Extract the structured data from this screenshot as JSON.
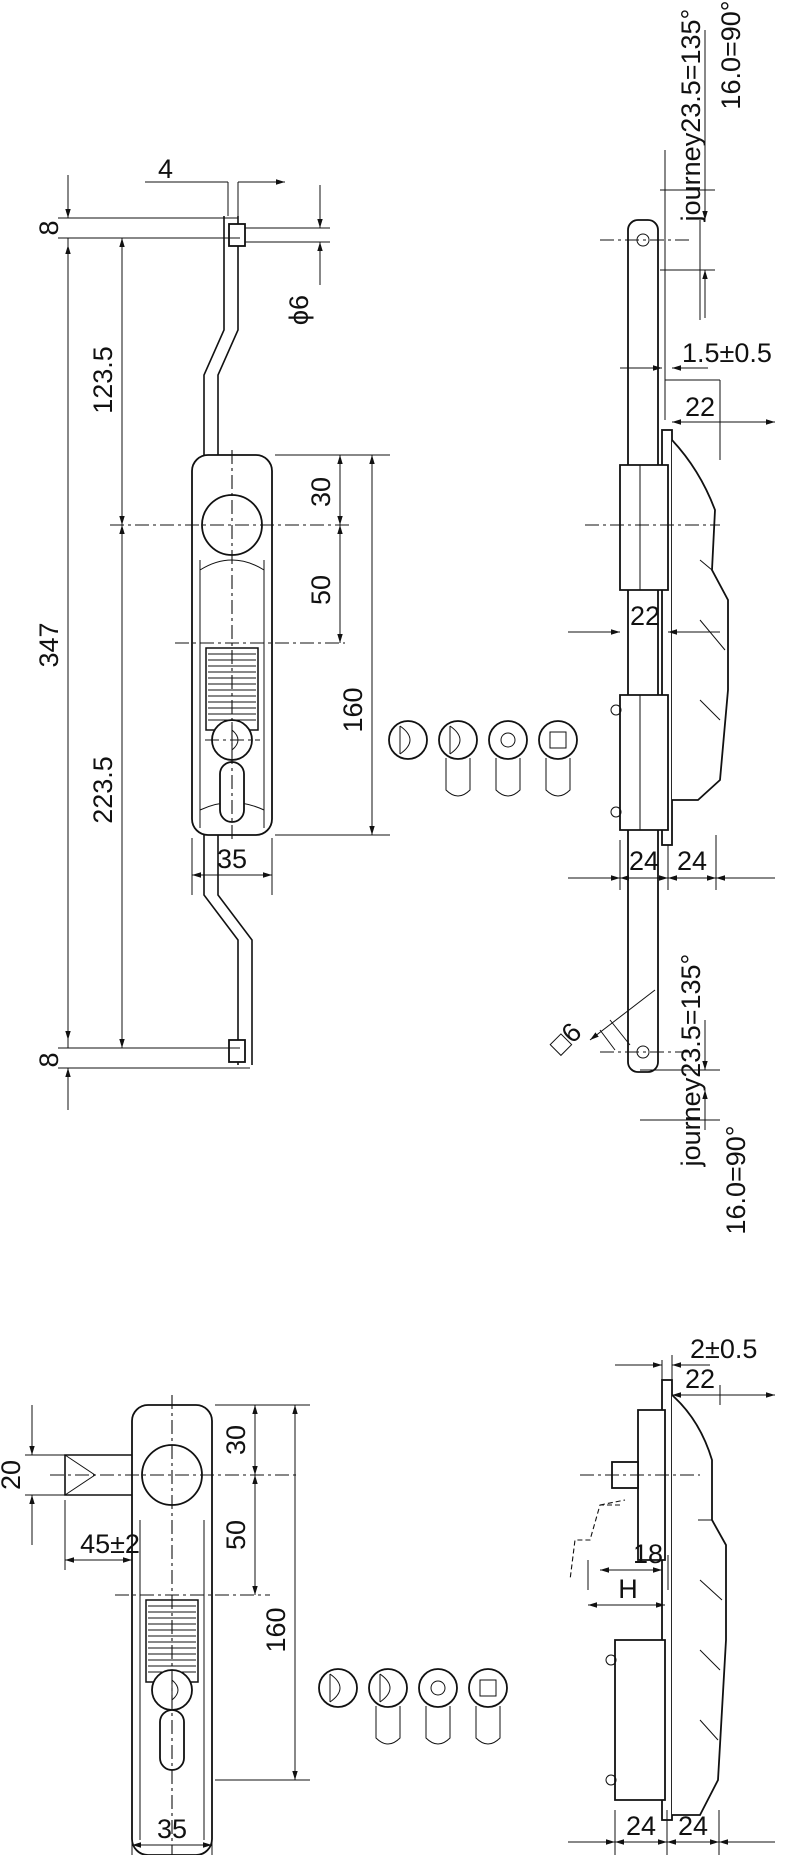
{
  "top_front": {
    "d_4": "4",
    "d_8_top": "8",
    "d_123_5": "123.5",
    "d_phi6": "ϕ6",
    "d_30": "30",
    "d_50": "50",
    "d_347": "347",
    "d_160": "160",
    "d_223_5": "223.5",
    "d_35": "35",
    "d_8_bottom": "8"
  },
  "top_side": {
    "journey_top_a": "journey23.5=135°",
    "journey_top_b": "16.0=90°",
    "d_1_5": "1.5±0.5",
    "d_22_top": "22",
    "d_22_mid": "22",
    "d_24_left": "24",
    "d_24_right": "24",
    "d_square6": "□6",
    "journey_bot_a": "journey23.5=135°",
    "journey_bot_b": "16.0=90°"
  },
  "bottom_front": {
    "d_20": "20",
    "d_45": "45±2",
    "d_30": "30",
    "d_50": "50",
    "d_160": "160",
    "d_35": "35"
  },
  "bottom_side": {
    "d_2": "2±0.5",
    "d_22": "22",
    "d_18": "18",
    "d_H": "H",
    "d_24_left": "24",
    "d_24_right": "24"
  }
}
